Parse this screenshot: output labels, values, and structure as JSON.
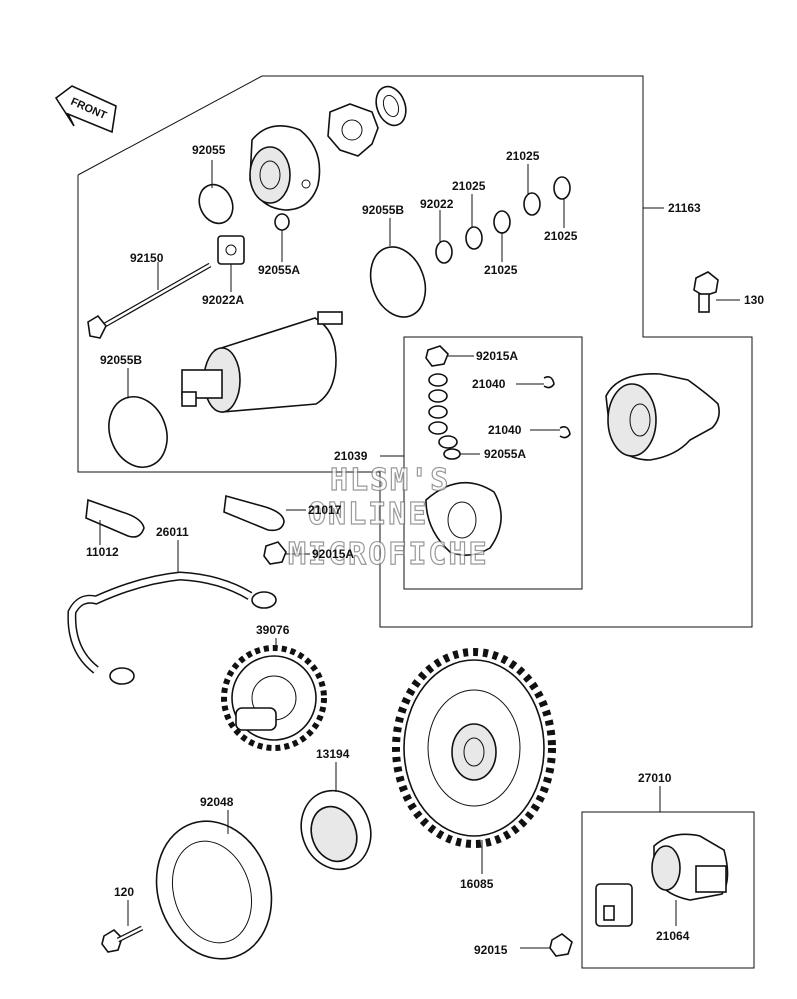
{
  "front_label": "FRONT",
  "watermark": [
    "HLSM'S",
    "ONLINE",
    "MICROFICHE"
  ],
  "callouts": {
    "c92055": "92055",
    "c92055A_top": "92055A",
    "c92055B_top": "92055B",
    "c92022": "92022",
    "c92022A": "92022A",
    "c21025_a": "21025",
    "c21025_b": "21025",
    "c21025_c": "21025",
    "c21025_d": "21025",
    "c21163": "21163",
    "c92150": "92150",
    "c130": "130",
    "c92055B_left": "92055B",
    "c92015A_top": "92015A",
    "c21040_a": "21040",
    "c21040_b": "21040",
    "c21039": "21039",
    "c92055A_mid": "92055A",
    "c21017": "21017",
    "c11012": "11012",
    "c26011": "26011",
    "c92015A_low": "92015A",
    "c39076": "39076",
    "c13194": "13194",
    "c92048": "92048",
    "c27010": "27010",
    "c16085": "16085",
    "c120": "120",
    "c21064": "21064",
    "c92015": "92015"
  }
}
